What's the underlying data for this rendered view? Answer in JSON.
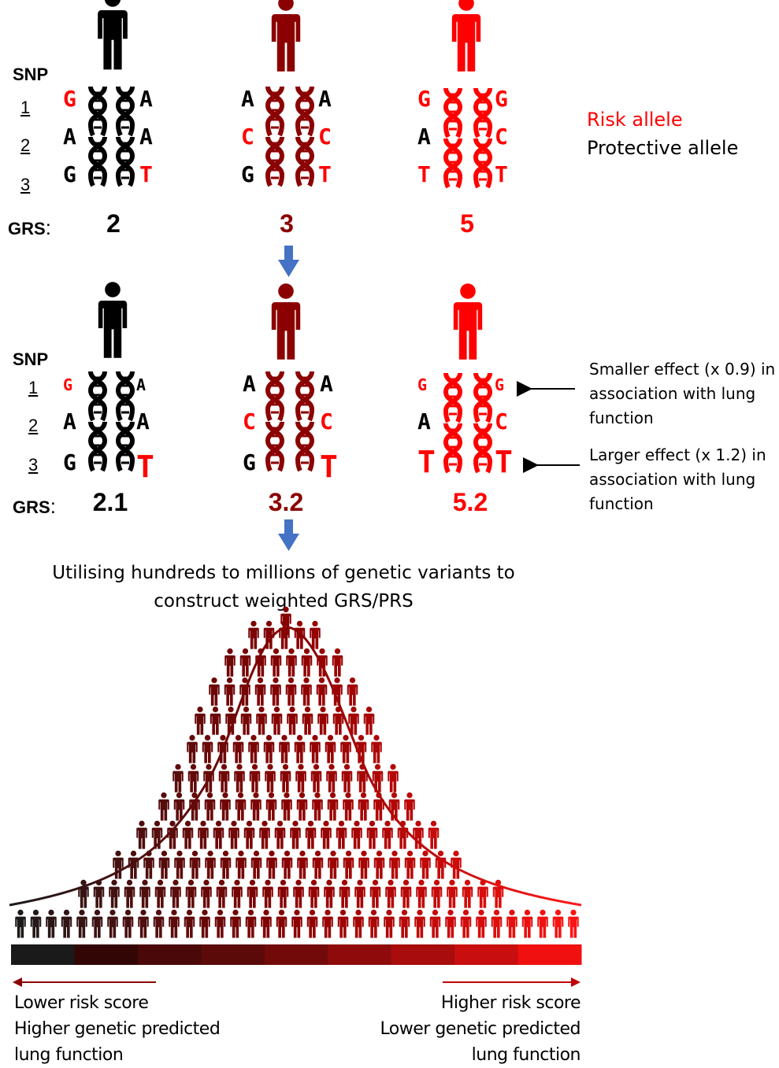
{
  "colors": {
    "black": "#000000",
    "dark_red": "#8b0000",
    "red": "#ff0000",
    "arrow_blue": "#4472c4"
  },
  "legend": {
    "risk_allele": "Risk allele",
    "protective_allele": "Protective allele"
  },
  "panel1": {
    "snp_header": "SNP",
    "snp_numbers": [
      "1",
      "2",
      "3"
    ],
    "grs_label": "GRS",
    "grs_colon": ":",
    "individuals": [
      {
        "color": "#000000",
        "alleles": [
          [
            "G",
            "A"
          ],
          [
            "A",
            "A"
          ],
          [
            "G",
            "T"
          ]
        ],
        "risk": [
          [
            true,
            false
          ],
          [
            false,
            false
          ],
          [
            false,
            true
          ]
        ],
        "score": "2"
      },
      {
        "color": "#8b0000",
        "alleles": [
          [
            "A",
            "A"
          ],
          [
            "C",
            "C"
          ],
          [
            "G",
            "T"
          ]
        ],
        "risk": [
          [
            false,
            false
          ],
          [
            true,
            true
          ],
          [
            false,
            true
          ]
        ],
        "score": "3"
      },
      {
        "color": "#ff0000",
        "alleles": [
          [
            "G",
            "G"
          ],
          [
            "A",
            "C"
          ],
          [
            "T",
            "T"
          ]
        ],
        "risk": [
          [
            true,
            true
          ],
          [
            false,
            true
          ],
          [
            true,
            true
          ]
        ],
        "score": "5"
      }
    ]
  },
  "panel2": {
    "snp_header": "SNP",
    "snp_numbers": [
      "1",
      "2",
      "3"
    ],
    "grs_label": "GRS",
    "grs_colon": ":",
    "individuals": [
      {
        "color": "#000000",
        "alleles": [
          [
            "G",
            "A"
          ],
          [
            "A",
            "A"
          ],
          [
            "G",
            "T"
          ]
        ],
        "risk": [
          [
            true,
            false
          ],
          [
            false,
            false
          ],
          [
            false,
            true
          ]
        ],
        "score": "2.1"
      },
      {
        "color": "#8b0000",
        "alleles": [
          [
            "A",
            "A"
          ],
          [
            "C",
            "C"
          ],
          [
            "G",
            "T"
          ]
        ],
        "risk": [
          [
            false,
            false
          ],
          [
            true,
            true
          ],
          [
            false,
            true
          ]
        ],
        "score": "3.2"
      },
      {
        "color": "#ff0000",
        "alleles": [
          [
            "G",
            "G"
          ],
          [
            "A",
            "C"
          ],
          [
            "T",
            "T"
          ]
        ],
        "risk": [
          [
            true,
            true
          ],
          [
            false,
            true
          ],
          [
            true,
            true
          ]
        ],
        "score": "5.2"
      }
    ],
    "smaller_effect_note": "Smaller effect (x 0.9) in association with lung function",
    "larger_effect_note": "Larger effect (x 1.2) in association with lung function"
  },
  "caption": "Utilising hundreds to millions of genetic variants to construct weighted GRS/PRS",
  "distribution": {
    "left_label_line1": "Lower risk score",
    "left_label_line2": "Higher genetic predicted",
    "left_label_line3": "lung function",
    "right_label_line1": "Higher risk score",
    "right_label_line2": "Lower genetic predicted",
    "right_label_line3": "lung function",
    "gradient_colors": [
      "#1a1a1a",
      "#330606",
      "#4a0808",
      "#5c0909",
      "#730a0a",
      "#8f0b0b",
      "#a80c0c",
      "#c80e0e",
      "#f01010"
    ]
  }
}
